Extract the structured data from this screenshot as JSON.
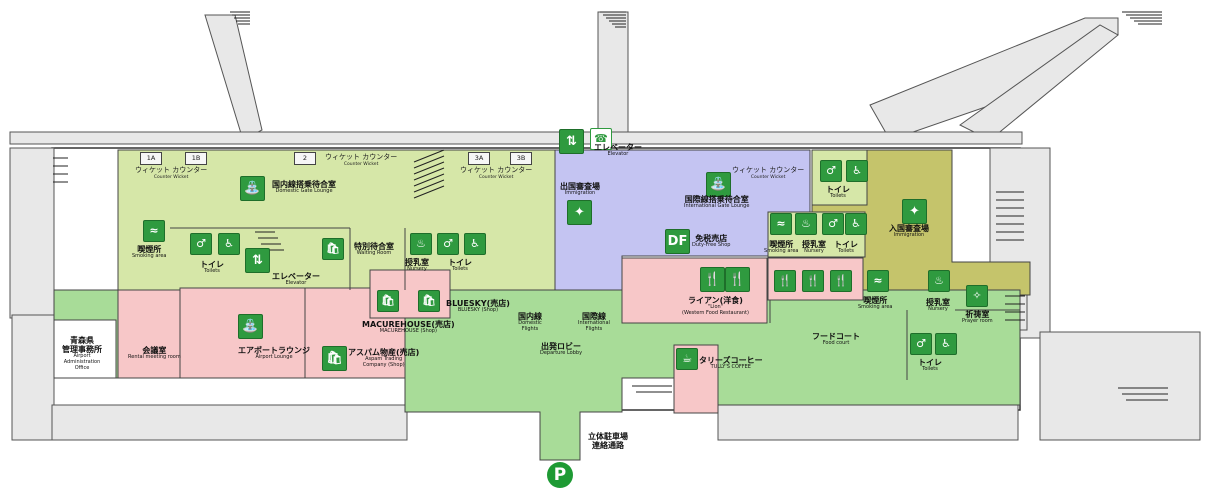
{
  "colors": {
    "gate_lounge": "#d6e7a8",
    "lobby": "#a8dc98",
    "shop": "#f7c7c8",
    "international": "#c4c4f2",
    "immigration": "#c5c46b",
    "wall": "#ffffff",
    "corridor": "#e8e8e8",
    "icon": "#2f9a3f"
  },
  "counters": {
    "1a": "1A",
    "1b": "1B",
    "2": "2",
    "3a": "3A",
    "3b": "3B",
    "wicket_ja": "ウィケット カウンター",
    "wicket_en": "Counter Wicket"
  },
  "labels": {
    "domestic_lounge_ja": "国内線搭乗待合室",
    "domestic_lounge_en": "Domestic Gate Lounge",
    "immig_out_ja": "出国審査場",
    "immig_out_en": "Immigration",
    "elevator_ja": "エレベーター",
    "elevator_en": "Elevator",
    "intl_lounge_ja": "国際線搭乗待合室",
    "intl_lounge_en": "International Gate Lounge",
    "smoking_ja": "喫煙所",
    "smoking_en": "Smoking area",
    "toilet_ja": "トイレ",
    "toilet_en": "Toilets",
    "waiting_ja": "特別待合室",
    "waiting_en": "Waiting Room",
    "nursery_ja": "授乳室",
    "nursery_en": "Nursery",
    "dutyfree_ja": "免税売店",
    "dutyfree_en": "Duty-Free Shop",
    "immig_in_ja": "入国審査場",
    "immig_in_en": "Immigration",
    "lion_ja": "ライアン(洋食)",
    "lion_en1": "\"Lion\"",
    "lion_en2": "(Western Food Restaurant)",
    "prayer_ja": "祈祷室",
    "prayer_en": "Prayer room",
    "bluesky_ja": "BLUESKY(売店)",
    "bluesky_en": "BLUESKY (Shop)",
    "domestic_flights_ja": "国内線",
    "domestic_flights_en1": "Domestic",
    "domestic_flights_en2": "Flights",
    "intl_flights_ja": "国際線",
    "intl_flights_en1": "International",
    "intl_flights_en2": "Flights",
    "foodcourt_ja": "フードコート",
    "foodcourt_en": "Food court",
    "macure_ja": "MACUREHOUSE(売店)",
    "macure_en": "MACUREHOUSE (Shop)",
    "aomori_ja1": "青森県",
    "aomori_ja2": "管理事務所",
    "aomori_en1": "Airport",
    "aomori_en2": "Administration",
    "aomori_en3": "Office",
    "meeting_ja": "会議室",
    "meeting_en": "Rental meeting room",
    "airport_lounge_ja": "エアポートラウンジ",
    "airport_lounge_en": "Airport Lounge",
    "aspam_ja": "アスパム物産(売店)",
    "aspam_en1": "Aspam Trading",
    "aspam_en2": "Company (Shop)",
    "departure_ja": "出発ロビー",
    "departure_en": "Departure Lobby",
    "tullys_ja": "タリーズコーヒー",
    "tullys_en": "TULLY'S COFFEE",
    "parking_ja1": "立体駐車場",
    "parking_ja2": "連絡通路",
    "parking_symbol": "P"
  },
  "icons": {
    "toilet_man": "♂",
    "toilet_woman": "♀",
    "wheelchair": "♿",
    "elevator": "⇅",
    "smoking": "≈",
    "drink": "⛲",
    "shop": "🛍",
    "nursery": "♨",
    "restaurant": "🍴",
    "coffee": "☕",
    "officer": "✦",
    "prayer": "✧",
    "dutyfree": "DF"
  }
}
